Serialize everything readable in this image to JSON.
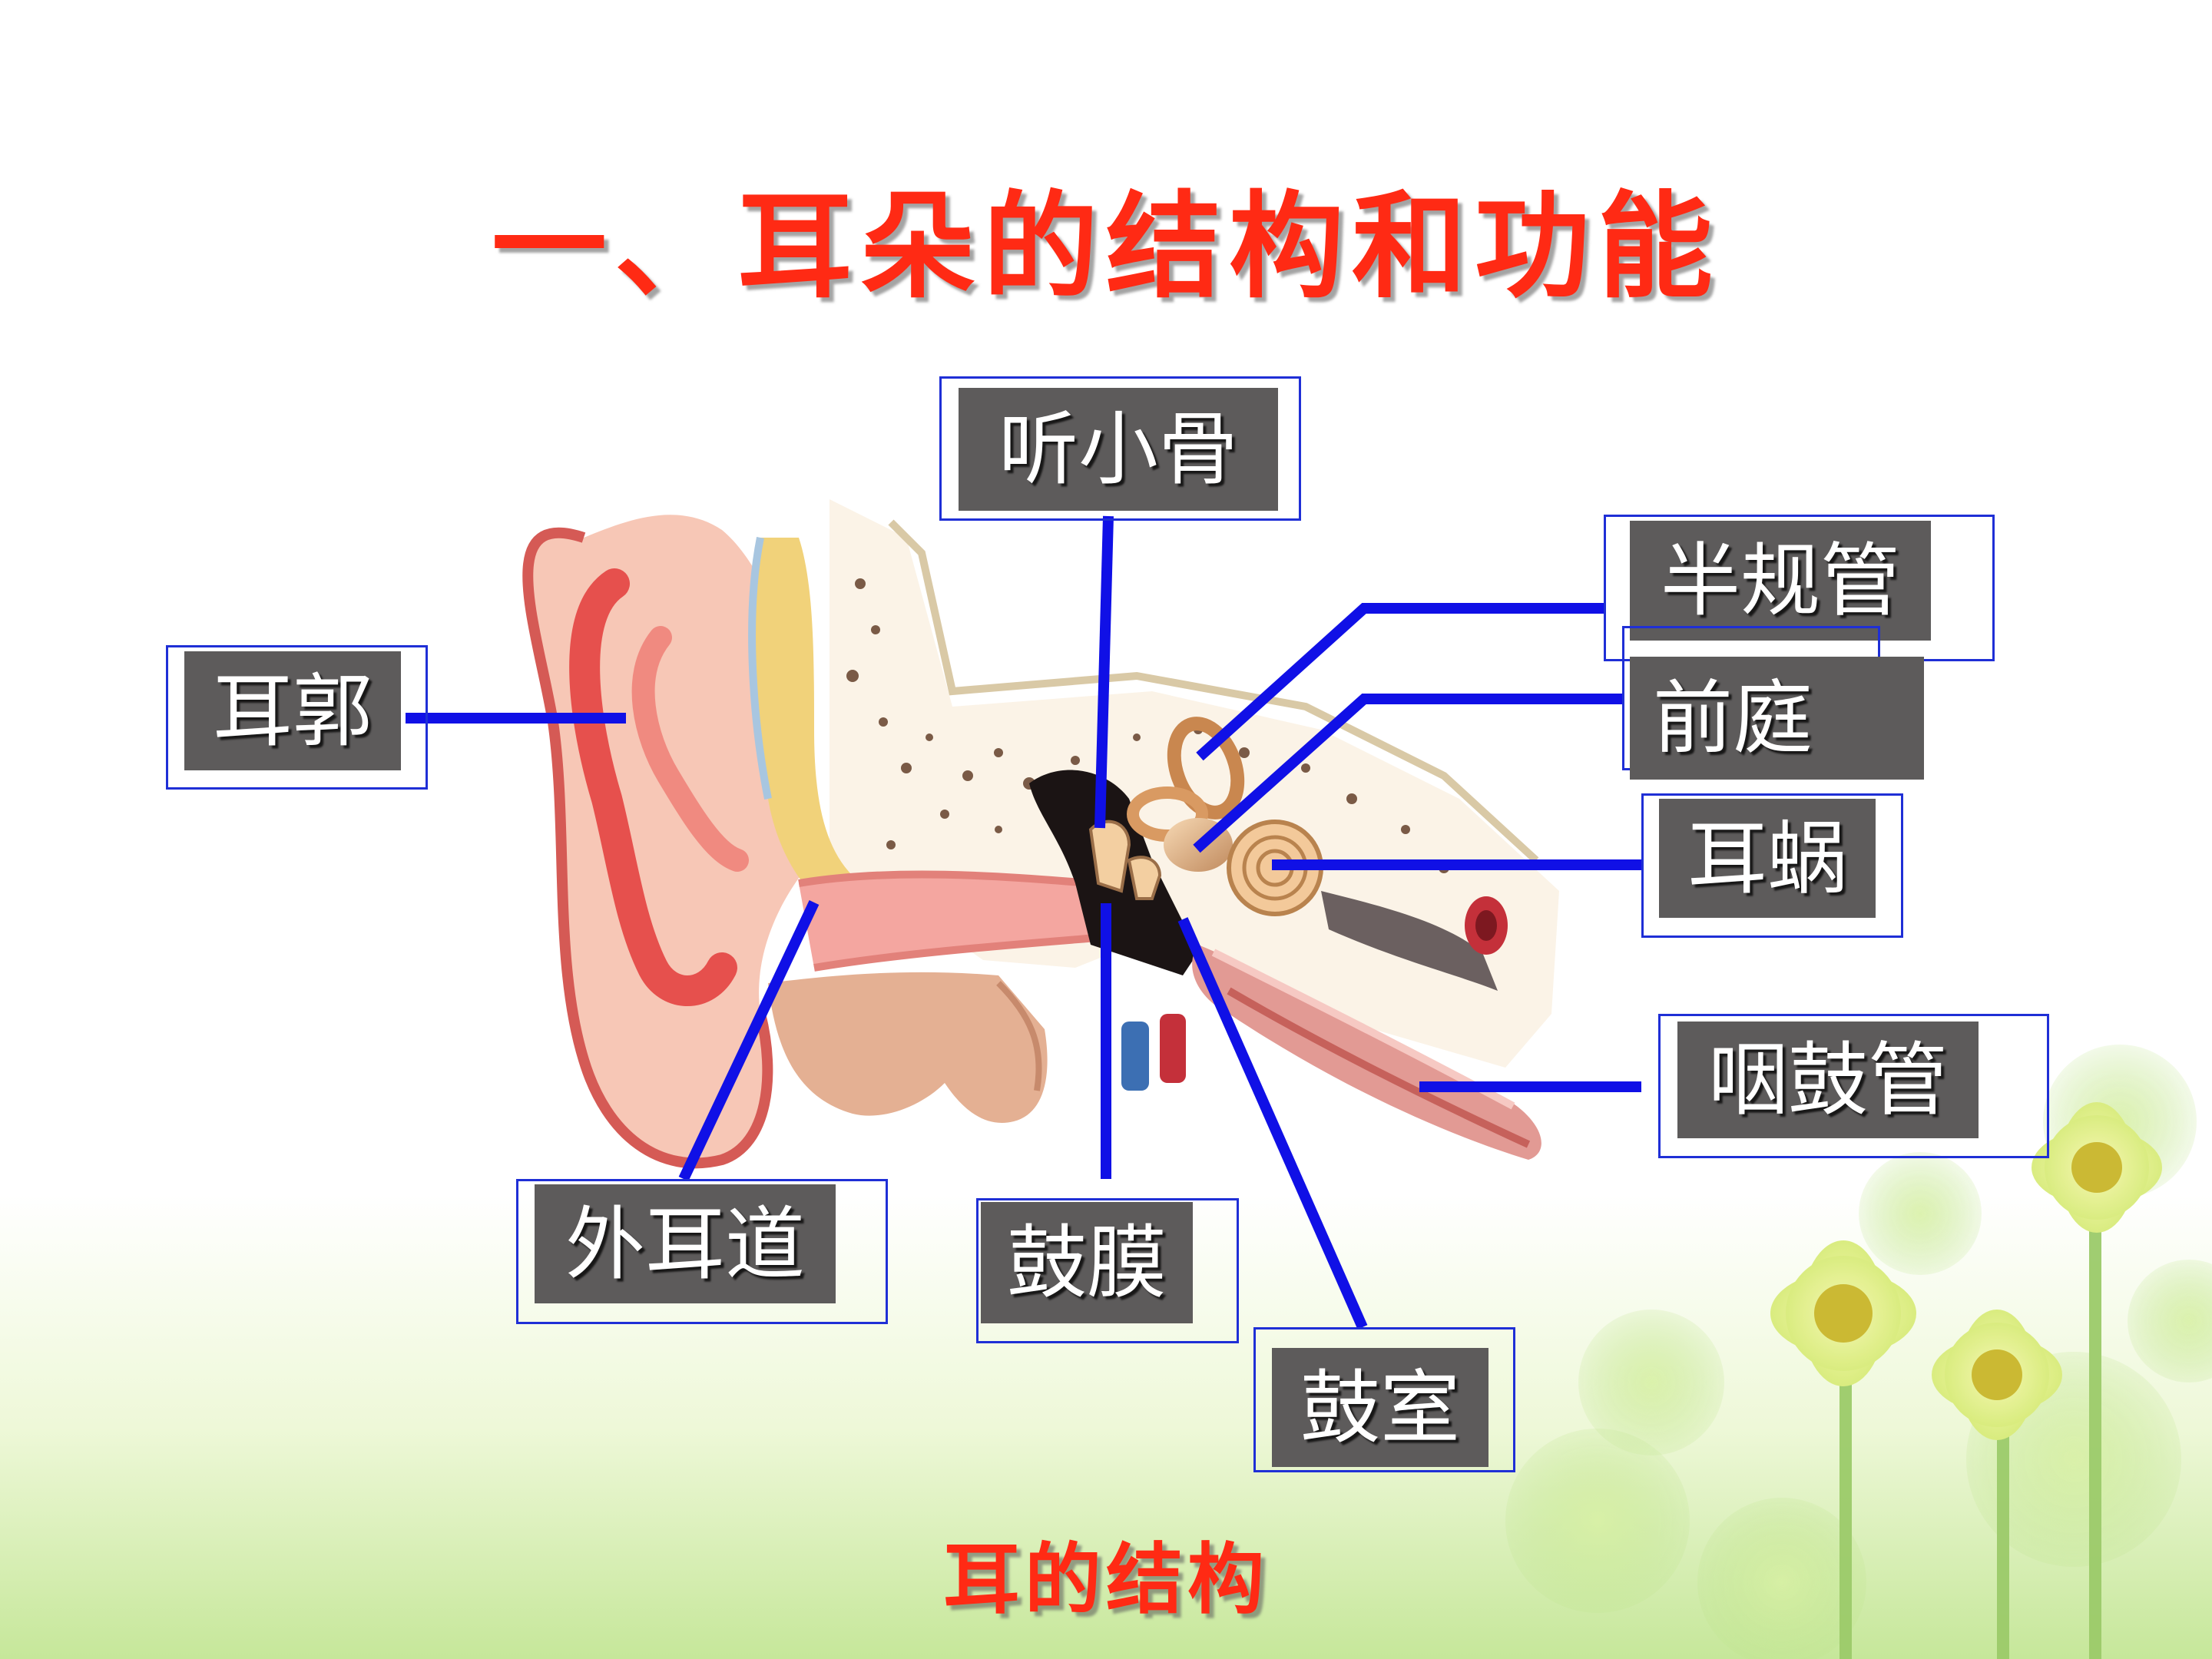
{
  "slide": {
    "title": "一、耳朵的结构和功能",
    "caption": "耳的结构",
    "accent_color": "#ff2a14",
    "leader_color": "#1010e6",
    "label_color": "#5d5b5b"
  },
  "labels": {
    "ossicles": "听小骨",
    "semicircular_canals": "半规管",
    "vestibule": "前庭",
    "auricle": "耳郭",
    "cochlea": "耳蜗",
    "eustachian_tube": "咽鼓管",
    "ear_canal": "外耳道",
    "eardrum": "鼓膜",
    "tympanic_cavity": "鼓室"
  }
}
